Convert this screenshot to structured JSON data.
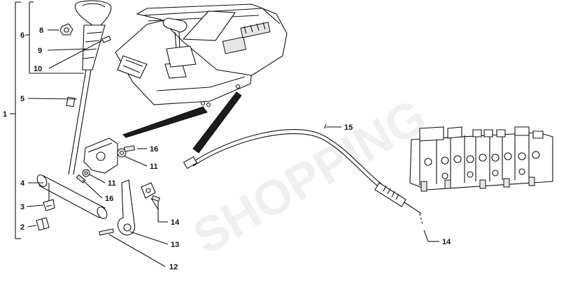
{
  "callouts": {
    "n1": "1",
    "n2": "2",
    "n3": "3",
    "n4": "4",
    "n5": "5",
    "n6": "6",
    "n8": "8",
    "n9": "9",
    "n10": "10",
    "n11a": "11",
    "n11b": "11",
    "n12": "12",
    "n13": "13",
    "n14a": "14",
    "n14b": "14",
    "n15": "15",
    "n16a": "16",
    "n16b": "16"
  }
}
